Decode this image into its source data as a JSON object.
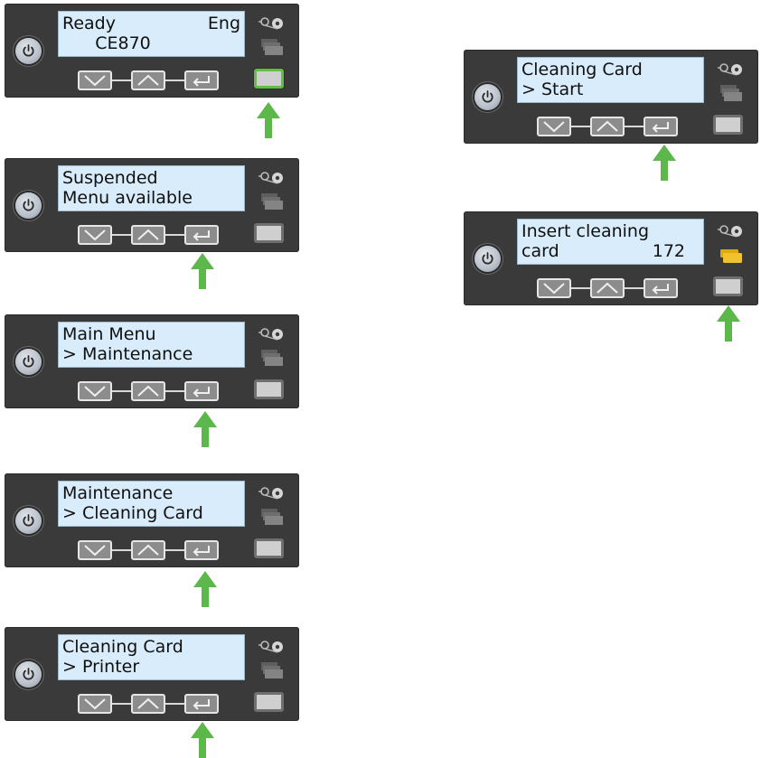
{
  "panels": [
    {
      "line1_left": "Ready",
      "line1_right": "Eng",
      "line2_left": "      CE870",
      "line2_right": ""
    },
    {
      "line1_left": "Suspended",
      "line1_right": "",
      "line2_left": "Menu available",
      "line2_right": ""
    },
    {
      "line1_left": "Main Menu",
      "line1_right": "",
      "line2_left": "> Maintenance",
      "line2_right": ""
    },
    {
      "line1_left": "Maintenance",
      "line1_right": "",
      "line2_left": "> Cleaning Card",
      "line2_right": ""
    },
    {
      "line1_left": "Cleaning Card",
      "line1_right": "",
      "line2_left": "> Printer",
      "line2_right": ""
    },
    {
      "line1_left": "Cleaning Card",
      "line1_right": "",
      "line2_left": "> Start",
      "line2_right": ""
    },
    {
      "line1_left": "Insert cleaning",
      "line1_right": "",
      "line2_left": "card",
      "line2_right": "172"
    }
  ],
  "icons": {
    "power": "power-icon",
    "ribbon": "ribbon-icon",
    "cards": "card-stack-icon",
    "down": "chevron-down-icon",
    "up": "chevron-up-icon",
    "enter": "enter-return-icon",
    "arrow": "arrow-up-icon"
  },
  "colors": {
    "panel_background": "#3a3a3a",
    "lcd_background": "#d8ecfb",
    "highlight_green": "#5fbf3f",
    "arrow_green": "#5cb84a",
    "card_alert_yellow": "#f2c12e"
  }
}
